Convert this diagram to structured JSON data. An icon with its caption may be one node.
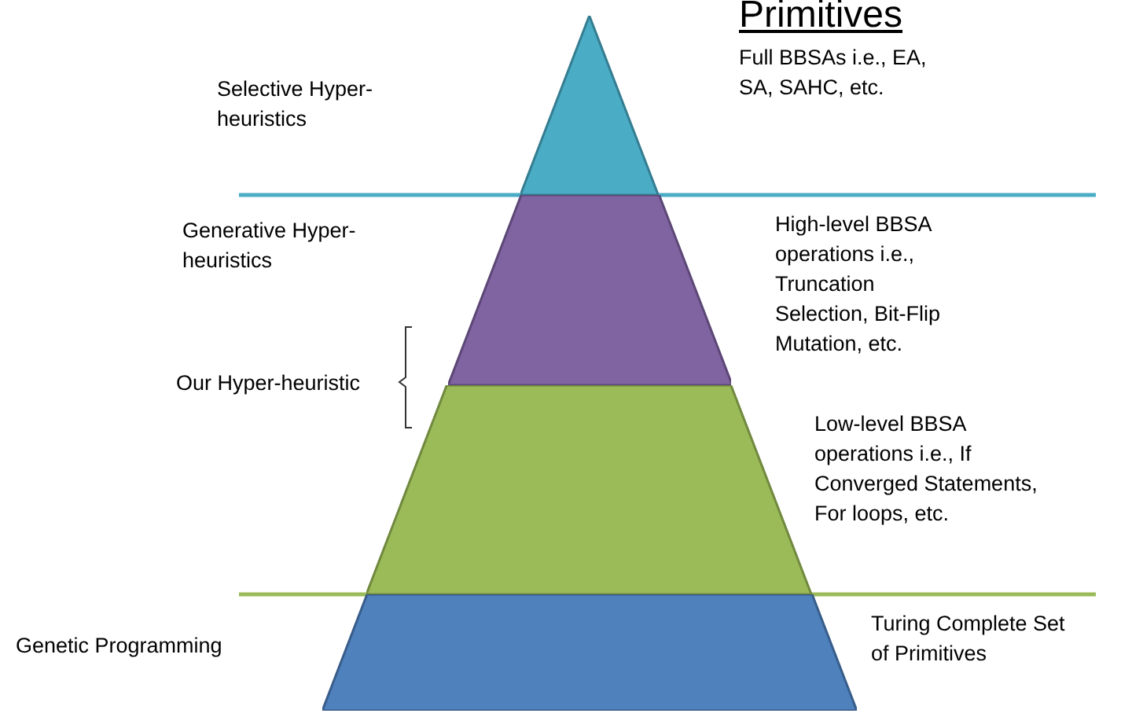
{
  "diagram": {
    "title": "Primitives",
    "nodes": [
      {
        "text": [],
        "shape": "triangle",
        "beside": [
          "Full BBSAs i.e., EA, SA, SAHC, etc."
        ]
      },
      {
        "text": [],
        "shape": "trapezoid",
        "beside": [
          "High-level BBSA operations i.e., Truncation Selection, Bit-Flip Mutation, etc."
        ]
      },
      {
        "text": [],
        "shape": "trapezoid",
        "beside": [
          "Low-level BBSA operations i.e., If Converged Statements, For loops, etc."
        ]
      },
      {
        "text": [],
        "shape": "trapezoid",
        "beside": [
          "Turing Complete Set of Primitives"
        ]
      }
    ],
    "labels": [
      "Selective Hyper-heuristics",
      "Generative Hyper-heuristics",
      "Our Hyper-heuristic",
      "Genetic Programming"
    ]
  }
}
